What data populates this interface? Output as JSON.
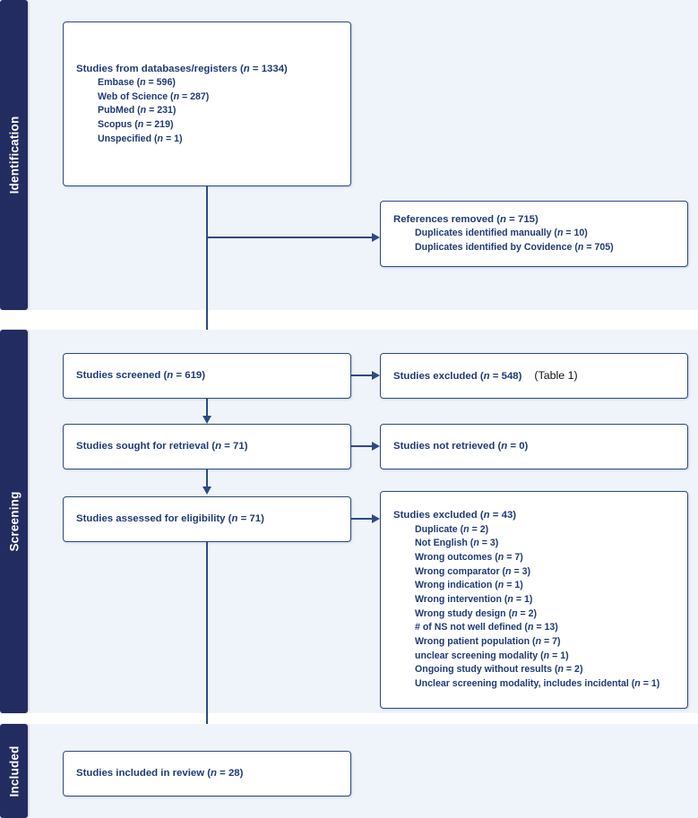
{
  "diagram": {
    "type": "prisma-flow-diagram",
    "colors": {
      "band": "#232C60",
      "panel": "#EFF4FB",
      "box_border": "#2C4B86",
      "box_fill": "#FFFFFF",
      "text": "#1F3A77",
      "annotation": "#111111"
    },
    "stages": [
      {
        "id": "identification",
        "label": "Identification"
      },
      {
        "id": "screening",
        "label": "Screening"
      },
      {
        "id": "included",
        "label": "Included"
      }
    ],
    "boxes": {
      "databases": {
        "title": "Studies from databases/registers (n = 1334)",
        "items": [
          "Embase (n = 596)",
          "Web of Science (n = 287)",
          "PubMed (n = 231)",
          "Scopus (n = 219)",
          "Unspecified (n = 1)"
        ]
      },
      "references_removed": {
        "title": "References removed (n = 715)",
        "items": [
          "Duplicates identified manually (n = 10)",
          "Duplicates identified by Covidence (n = 705)"
        ]
      },
      "screened": {
        "title": "Studies screened (n = 619)"
      },
      "excluded_screening": {
        "title": "Studies excluded (n = 548)",
        "annotation": "(Table 1)"
      },
      "sought_retrieval": {
        "title": "Studies sought for retrieval (n = 71)"
      },
      "not_retrieved": {
        "title": "Studies not retrieved (n = 0)"
      },
      "assessed_eligibility": {
        "title": "Studies assessed for eligibility (n = 71)"
      },
      "excluded_eligibility": {
        "title": "Studies excluded (n = 43)",
        "items": [
          "Duplicate (n = 2)",
          "Not English (n = 3)",
          "Wrong outcomes (n = 7)",
          "Wrong comparator (n = 3)",
          "Wrong indication (n = 1)",
          "Wrong intervention (n = 1)",
          "Wrong study design (n = 2)",
          "# of NS not well defined (n = 13)",
          "Wrong patient population (n = 7)",
          "unclear screening modality (n = 1)",
          "Ongoing study without results (n = 2)",
          "Unclear screening modality, includes incidental (n = 1)"
        ]
      },
      "included_review": {
        "title": "Studies included in review (n = 28)"
      }
    }
  }
}
